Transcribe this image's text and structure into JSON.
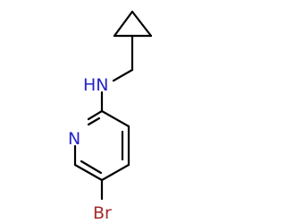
{
  "molecule": {
    "atoms": {
      "amine": {
        "label": "HN",
        "color": "#2424c8"
      },
      "ring_nitrogen": {
        "label": "N",
        "color": "#2424c8"
      },
      "bromine": {
        "label": "Br",
        "color": "#a52a2a"
      }
    },
    "bond_color": "#000000"
  }
}
